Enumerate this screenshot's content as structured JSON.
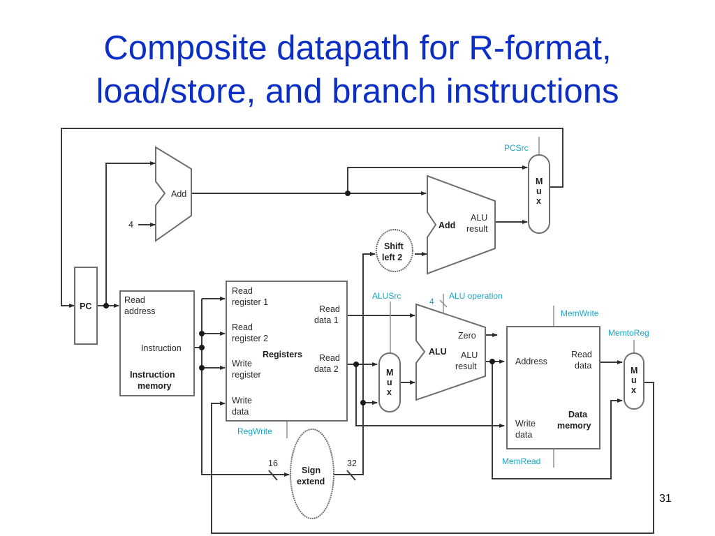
{
  "slide": {
    "title_line1": "Composite datapath for R-format,",
    "title_line2": "load/store, and branch instructions",
    "page_number": "31"
  },
  "colors": {
    "title": "#0b2fc6",
    "control_signal": "#1aa6c8",
    "wire": "#3a3a3a"
  },
  "diagram": {
    "pc": {
      "label": "PC"
    },
    "pc_adder": {
      "label": "Add",
      "constant_input": "4"
    },
    "branch_adder": {
      "label": "Add",
      "output_line1": "ALU",
      "output_line2": "result"
    },
    "shift_left": {
      "line1": "Shift",
      "line2": "left 2"
    },
    "pc_mux": {
      "l1": "M",
      "l2": "u",
      "l3": "x",
      "control": "PCSrc"
    },
    "instruction_memory": {
      "input_line1": "Read",
      "input_line2": "address",
      "output": "Instruction",
      "name_line1": "Instruction",
      "name_line2": "memory"
    },
    "registers": {
      "name": "Registers",
      "read_reg1_line1": "Read",
      "read_reg1_line2": "register 1",
      "read_reg2_line1": "Read",
      "read_reg2_line2": "register 2",
      "write_reg_line1": "Write",
      "write_reg_line2": "register",
      "write_data_line1": "Write",
      "write_data_line2": "data",
      "read_data1_line1": "Read",
      "read_data1_line2": "data 1",
      "read_data2_line1": "Read",
      "read_data2_line2": "data 2",
      "control": "RegWrite"
    },
    "sign_extend": {
      "line1": "Sign",
      "line2": "extend",
      "input_width": "16",
      "output_width": "32"
    },
    "alu_src_mux": {
      "l1": "M",
      "l2": "u",
      "l3": "x",
      "control": "ALUSrc"
    },
    "alu": {
      "name": "ALU",
      "zero": "Zero",
      "result_line1": "ALU",
      "result_line2": "result",
      "control": "ALU operation",
      "control_width": "4"
    },
    "data_memory": {
      "address": "Address",
      "read_data_line1": "Read",
      "read_data_line2": "data",
      "write_data_line1": "Write",
      "write_data_line2": "data",
      "name_line1": "Data",
      "name_line2": "memory",
      "control_write": "MemWrite",
      "control_read": "MemRead"
    },
    "memtoreg_mux": {
      "l1": "M",
      "l2": "u",
      "l3": "x",
      "control": "MemtoReg"
    }
  }
}
